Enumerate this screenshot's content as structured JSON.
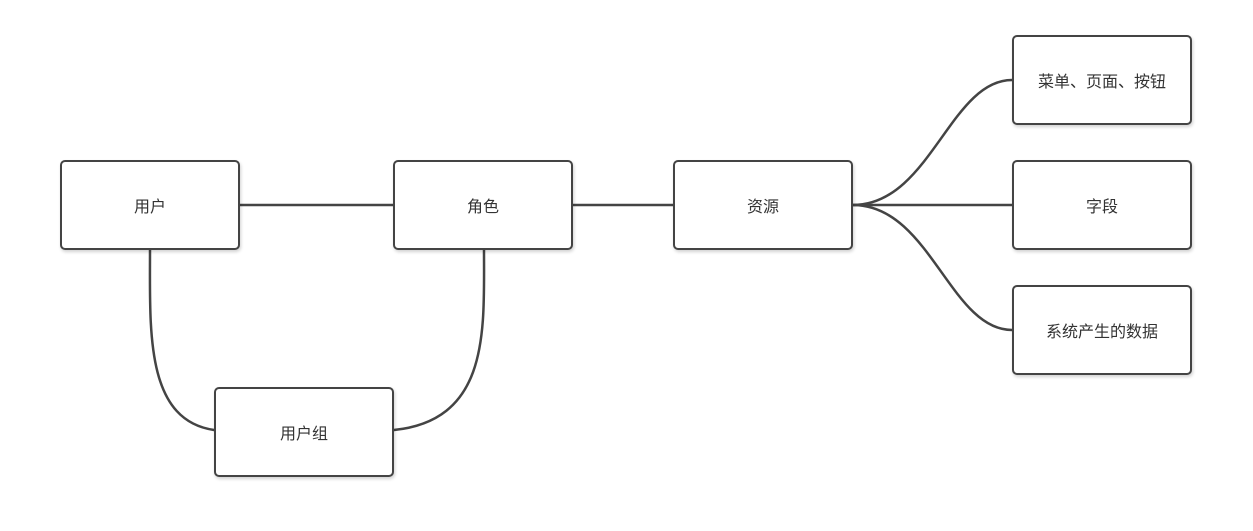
{
  "nodes": {
    "user": "用户",
    "role": "角色",
    "resource": "资源",
    "user_group": "用户组",
    "menu_page_button": "菜单、页面、按钮",
    "field": "字段",
    "system_data": "系统产生的数据"
  },
  "colors": {
    "stroke": "#444444",
    "text": "#333333",
    "background": "#ffffff"
  }
}
